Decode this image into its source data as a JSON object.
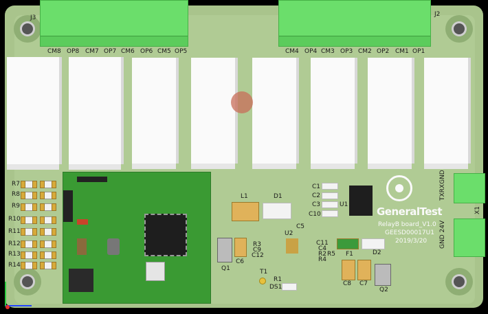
{
  "board": {
    "connectors": {
      "j3": {
        "ref": "J3",
        "pins": [
          "CM8",
          "OP8",
          "CM7",
          "OP7",
          "CM6",
          "OP6",
          "CM5",
          "OP5"
        ]
      },
      "j2": {
        "ref": "J2",
        "pins": [
          "CM4",
          "OP4",
          "CM3",
          "OP3",
          "CM2",
          "OP2",
          "CM1",
          "OP1"
        ]
      },
      "txrx": {
        "label": "TXRXGND"
      },
      "power": {
        "label": "GND 24V",
        "ref": "X1"
      }
    },
    "refs": {
      "r7": "R7",
      "r8": "R8",
      "r9": "R9",
      "r10": "R10",
      "r11": "R11",
      "r12": "R12",
      "r13": "R13",
      "r14": "R14",
      "c1": "C1",
      "c2": "C2",
      "c3": "C3",
      "c10": "C10",
      "u1": "U1",
      "l1": "L1",
      "d1": "D1",
      "c5": "C5",
      "r3": "R3",
      "c9": "C9",
      "c12": "C12",
      "u2": "U2",
      "c11": "C11",
      "c4": "C4",
      "r2": "R2",
      "r5": "R5",
      "r4": "R4",
      "q1": "Q1",
      "c6": "C6",
      "t1": "T1",
      "r1": "R1",
      "ds1": "DS1",
      "f1": "F1",
      "d2": "D2",
      "c8": "C8",
      "c7": "C7",
      "q2": "Q2"
    },
    "silkscreen": {
      "brand": "GeneralTest",
      "name": "RelayB board_V1.0",
      "code": "GEESD00017U1",
      "date": "2019/3/20"
    }
  },
  "colors": {
    "board": "#a9c48c",
    "connector": "#6bde6b",
    "module": "#3a9a33",
    "relay": "#fafafa"
  }
}
